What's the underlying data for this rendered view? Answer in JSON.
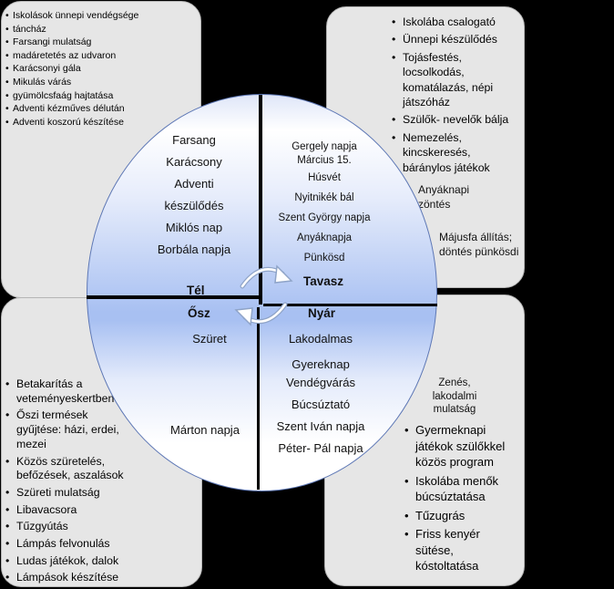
{
  "boxes": {
    "top_left": [
      "Iskolások ünnepi vendégsége",
      "táncház",
      "Farsangi mulatság",
      "madáretetés az udvaron",
      "Karácsonyi gála",
      "Mikulás várás",
      "gyümölcsfaág hajtatása",
      "Adventi kézműves délután",
      "Adventi koszorú készítése"
    ],
    "top_right": [
      "Iskolába csalogató",
      "Ünnepi készülődés",
      "Tojásfestés, locsolkodás, komatálazás, népi játszóház",
      "Szülők- nevelők bálja",
      "Nemezelés, kincskeresés, báránylos játékok"
    ],
    "top_right_notes": [
      "Anyáknapi zöntés",
      "Májusfa állítás; döntés pünkösdi"
    ],
    "bottom_left": [
      "Betakarítás a veteményeskertben",
      "Őszi termések gyűjtése: házi, erdei, mezei",
      "Közös szüretelés, befőzések, aszalások",
      "Szüreti mulatság",
      "Libavacsora",
      "Tűzgyútás",
      "Lámpás felvonulás",
      "Ludas játékok, dalok",
      "Lámpások készítése"
    ],
    "bottom_right_note": "Zenés, lakodalmi mulatság",
    "bottom_right": [
      "Gyermeknapi játékok szülőkkel közös program",
      "Iskolába menők búcsúztatása",
      "Tűzugrás",
      "Friss kenyér sütése, kóstoltatása"
    ]
  },
  "circle": {
    "winter": {
      "title": "Tél",
      "items": [
        "Farsang",
        "Karácsony",
        "Adventi",
        "készülődés",
        "Miklós nap",
        "Borbála napja"
      ]
    },
    "spring": {
      "title": "Tavasz",
      "items": [
        "Gergely napja",
        "Március 15.",
        "Húsvét",
        "Nyitnikék bál",
        "Szent György napja",
        "Anyáknapja",
        "Pünkösd"
      ]
    },
    "autumn": {
      "title": "Ősz",
      "items": [
        "Szüret",
        "Márton napja"
      ]
    },
    "summer": {
      "title": "Nyár",
      "items": [
        "Lakodalmas",
        "Gyereknap",
        "Vendégvárás",
        "Búcsúztató",
        "Szent Iván napja",
        "Péter- Pál napja"
      ]
    }
  }
}
